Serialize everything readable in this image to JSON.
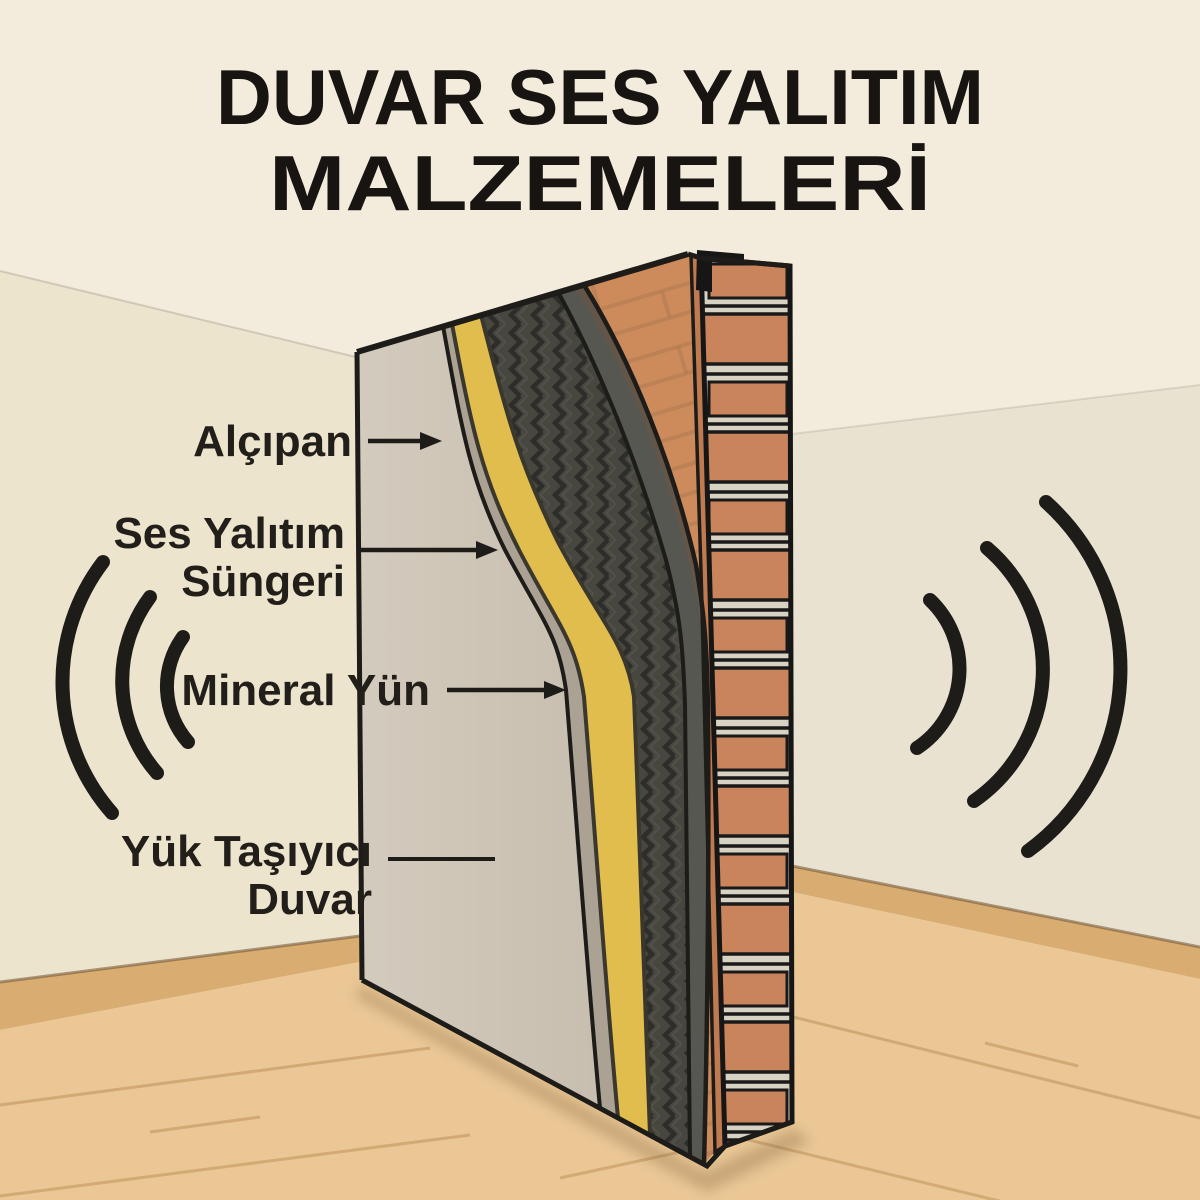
{
  "title": {
    "line1": "DUVAR SES YALITIM",
    "line2": "MALZEMELERİ"
  },
  "labels": {
    "alcipan": "Alçıpan",
    "ses1": "Ses Yalıtım",
    "ses2": "Süngeri",
    "mineral": "Mineral Yün",
    "yuk1": "Yük Taşıyıcı",
    "yuk2": "Duvar"
  },
  "layer_key": [
    {
      "label": "Alçıpan",
      "color": "#cfc6b7"
    },
    {
      "label": "Ses Yalıtım Süngeri",
      "color": "#e0bd4c"
    },
    {
      "label": "Mineral Yün",
      "color": "#47463f",
      "texture": "zigzag-foam"
    },
    {
      "label": "Yük Taşıyıcı Duvar",
      "color": "#cd8b5c",
      "texture": "brick"
    }
  ],
  "sound_waves": {
    "left_arc_count": 3,
    "right_arc_count": 3,
    "color": "#1d1c19"
  },
  "palette": {
    "background": "#f3ecdc",
    "wall_left": "#ede4ce",
    "wall_right": "#eae2d0",
    "floor": "#eac795",
    "baseboard": "#d9ad72",
    "outline": "#1d1c19",
    "membrane": "#aba294",
    "brick_mortar": "#d8d2c2"
  }
}
